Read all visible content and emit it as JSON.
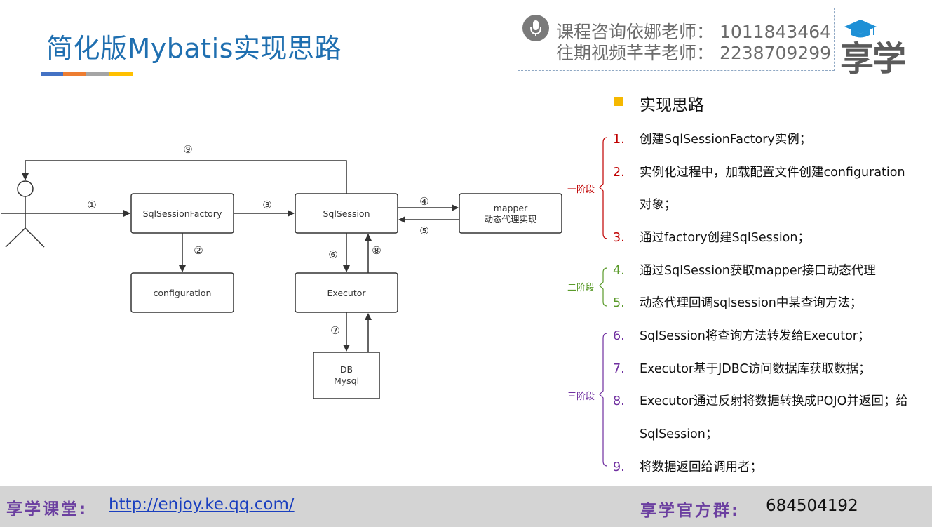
{
  "slide": {
    "title": "简化版Mybatis实现思路",
    "stripe_colors": [
      "#4472c4",
      "#ed7d31",
      "#a5a5a5",
      "#ffc000"
    ]
  },
  "contact": {
    "icon": "microphone-icon",
    "line1": "课程咨询依娜老师： 1011843464",
    "line2": "往期视频芊芊老师： 2238709299"
  },
  "logo": {
    "text": "享学",
    "icon": "graduation-cap-icon"
  },
  "diagram": {
    "nodes": {
      "factory": "SqlSessionFactory",
      "session": "SqlSession",
      "mapper_line1": "mapper",
      "mapper_line2": "动态代理实现",
      "configuration": "configuration",
      "executor": "Executor",
      "db_line1": "DB",
      "db_line2": "Mysql"
    },
    "steps": [
      "①",
      "②",
      "③",
      "④",
      "⑤",
      "⑥",
      "⑦",
      "⑧",
      "⑨"
    ]
  },
  "side": {
    "heading": "实现思路",
    "phases": [
      "一阶段",
      "二阶段",
      "三阶段"
    ],
    "phase_colors": [
      "#c00000",
      "#5a9a2a",
      "#7030a0"
    ],
    "steps": [
      {
        "num": "1.",
        "text": "创建SqlSessionFactory实例；"
      },
      {
        "num": "2.",
        "text": "实例化过程中，加载配置文件创建configuration",
        "cont": "对象；"
      },
      {
        "num": "3.",
        "text": "通过factory创建SqlSession；"
      },
      {
        "num": "4.",
        "text": "通过SqlSession获取mapper接口动态代理"
      },
      {
        "num": "5.",
        "text": "动态代理回调sqlsession中某查询方法；"
      },
      {
        "num": "6.",
        "text": "SqlSession将查询方法转发给Executor；"
      },
      {
        "num": "7.",
        "text": "Executor基于JDBC访问数据库获取数据；"
      },
      {
        "num": "8.",
        "text": "Executor通过反射将数据转换成POJO并返回；给",
        "cont": "SqlSession；"
      },
      {
        "num": "9.",
        "text": "将数据返回给调用者；"
      }
    ]
  },
  "footer": {
    "left_label": "享学课堂:",
    "url": "http://enjoy.ke.qq.com/",
    "right_label": "享学官方群:",
    "group_number": "684504192"
  }
}
